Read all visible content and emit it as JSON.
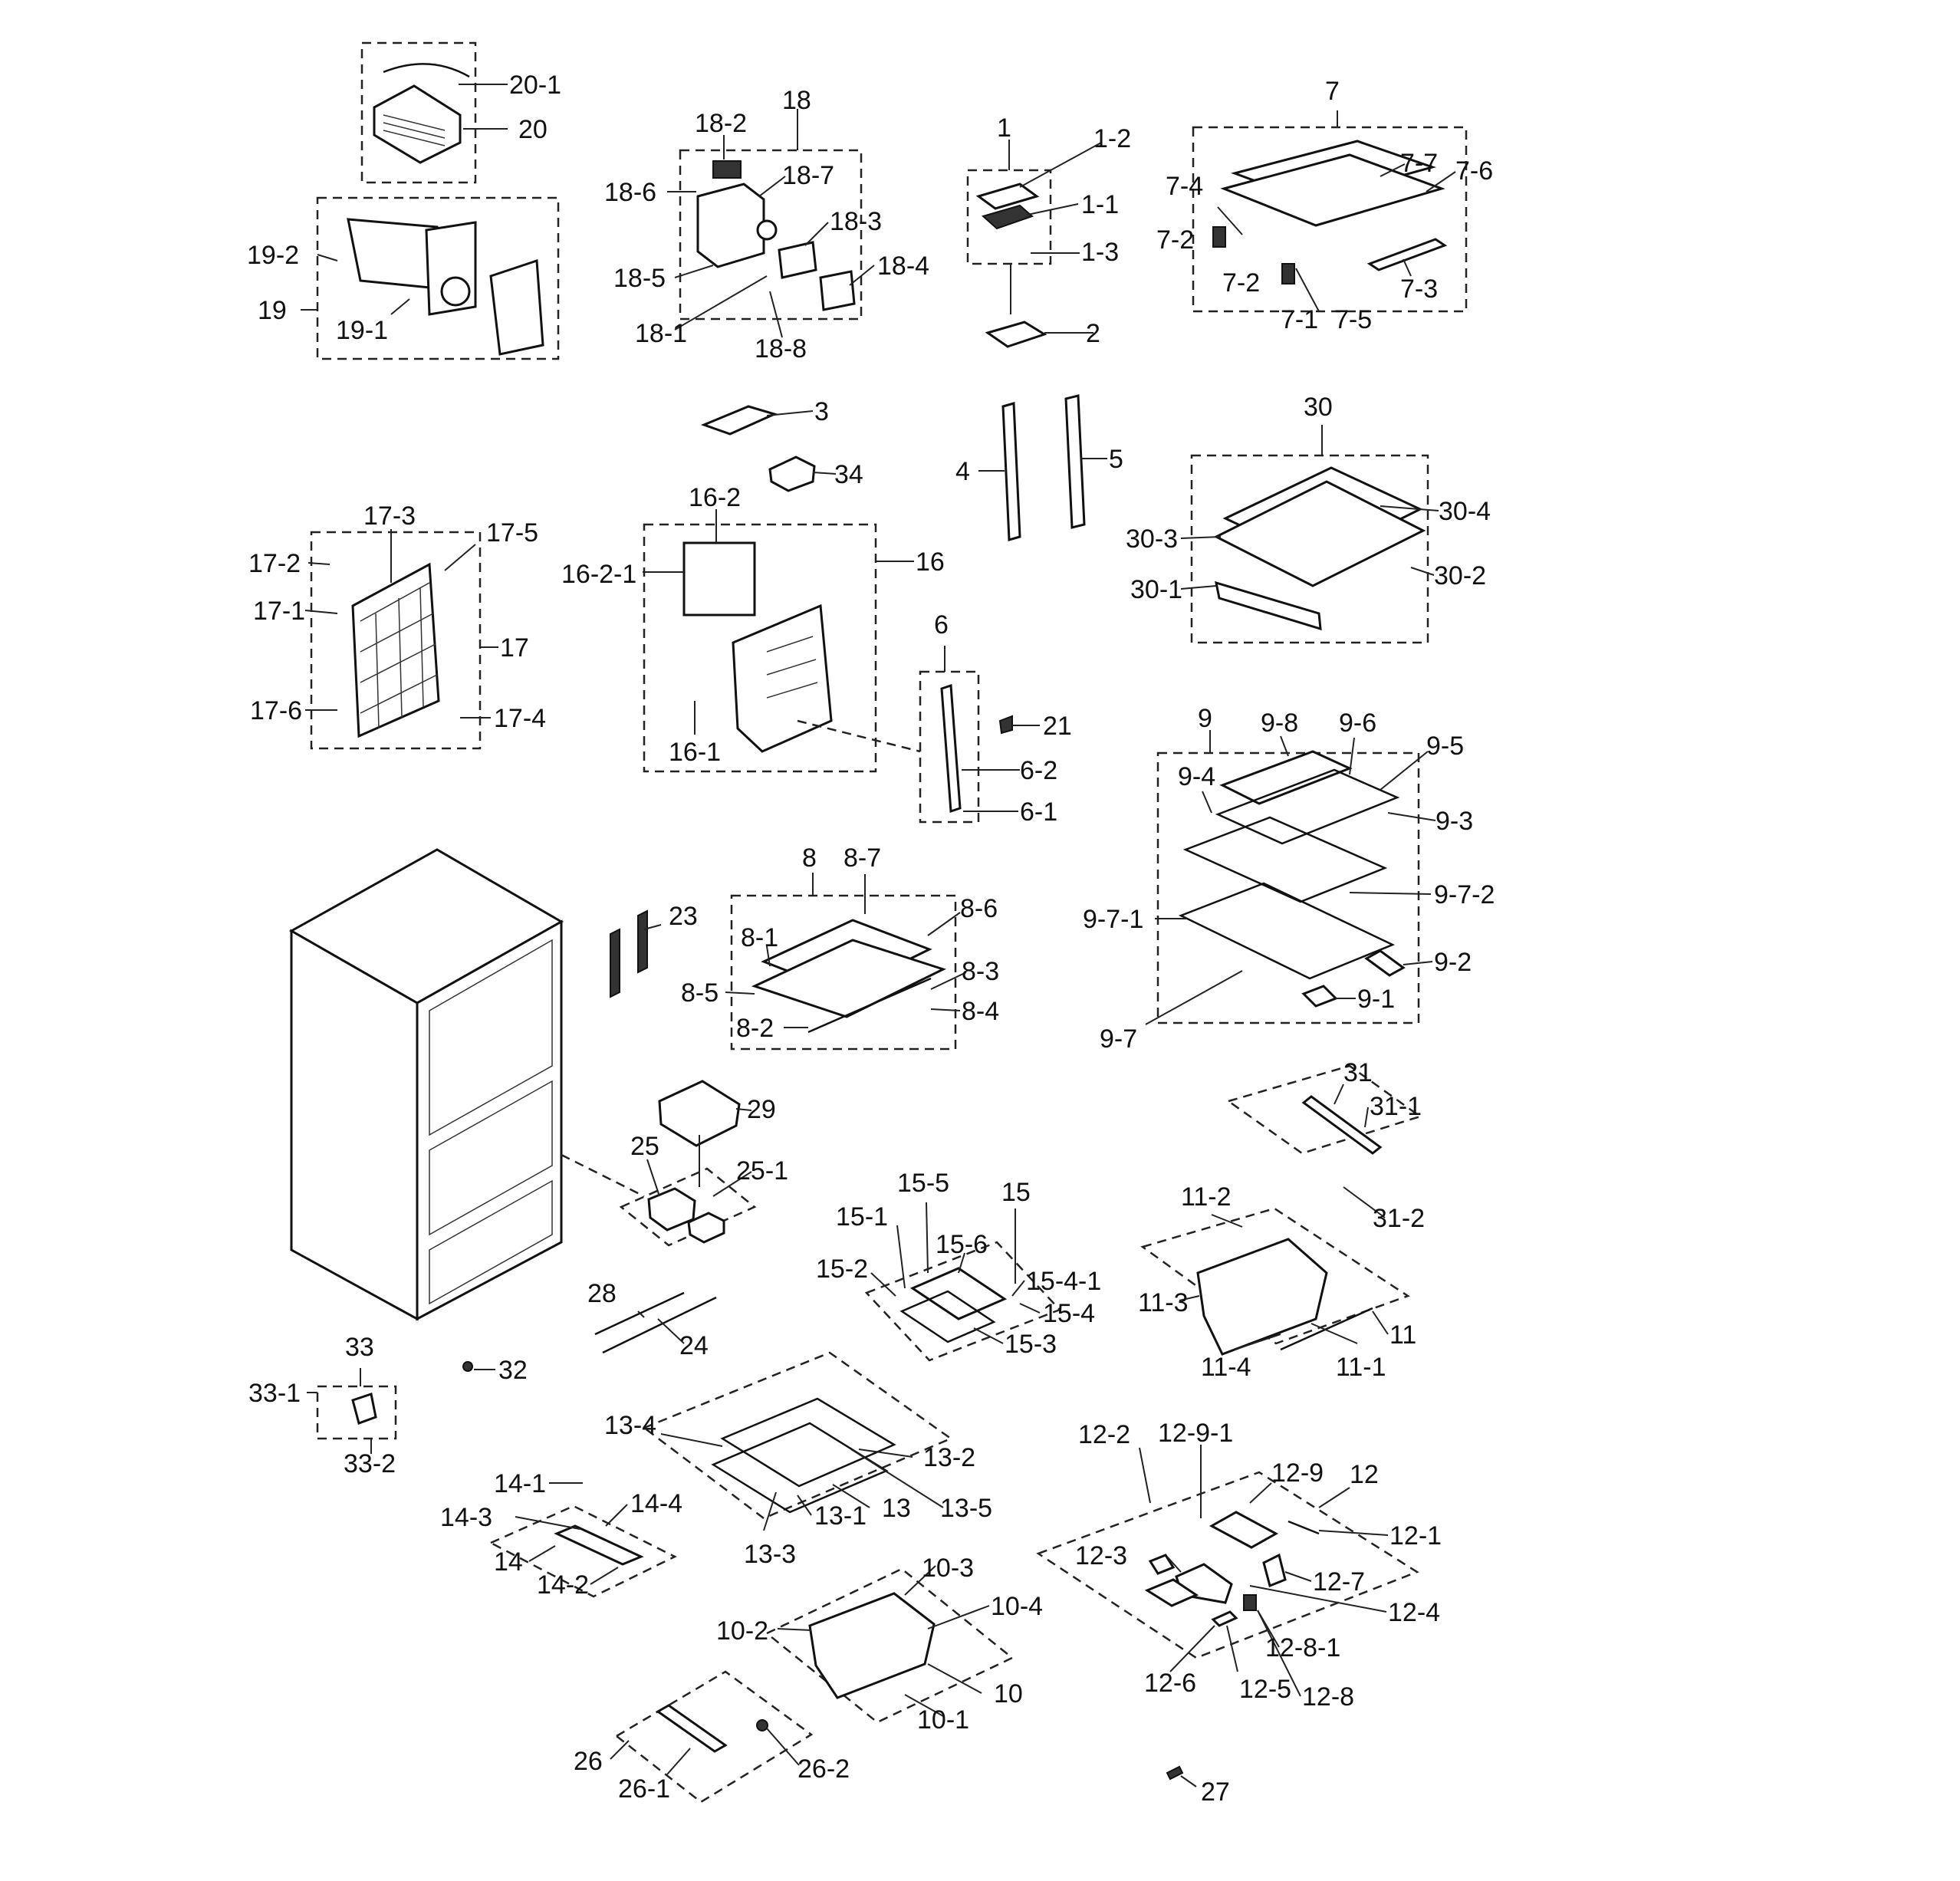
{
  "labels": [
    "20-1",
    "20",
    "19-2",
    "19",
    "19-1",
    "18",
    "18-2",
    "18-6",
    "18-7",
    "18-3",
    "18-5",
    "18-4",
    "18-1",
    "18-8",
    "1",
    "1-2",
    "1-1",
    "1-3",
    "2",
    "7",
    "7-4",
    "7-7",
    "7-6",
    "7-2",
    "7-2",
    "7-3",
    "7-1",
    "7-5",
    "3",
    "34",
    "4",
    "5",
    "30",
    "30-4",
    "30-3",
    "30-2",
    "30-1",
    "17-3",
    "17-5",
    "17-2",
    "17-1",
    "17",
    "17-6",
    "17-4",
    "16-2",
    "16",
    "16-2-1",
    "16-1",
    "6",
    "21",
    "6-2",
    "6-1",
    "9",
    "9-8",
    "9-6",
    "9-5",
    "9-4",
    "9-3",
    "9-7-2",
    "9-7-1",
    "9-2",
    "9-1",
    "9-7",
    "23",
    "8",
    "8-7",
    "8-6",
    "8-1",
    "8-3",
    "8-5",
    "8-4",
    "8-2",
    "29",
    "25",
    "25-1",
    "31",
    "31-1",
    "31-2",
    "15-5",
    "15",
    "15-1",
    "15-6",
    "15-4-1",
    "15-2",
    "15-4",
    "15-3",
    "11-2",
    "11-3",
    "11",
    "11-4",
    "11-1",
    "28",
    "24",
    "33",
    "33-1",
    "32",
    "33-2",
    "13-4",
    "13-2",
    "13",
    "13-5",
    "13-1",
    "13-3",
    "14-1",
    "14-3",
    "14-4",
    "14",
    "14-2",
    "12-2",
    "12-9-1",
    "12-9",
    "12",
    "12-1",
    "12-3",
    "12-7",
    "12-4",
    "12-8-1",
    "12-6",
    "12-5",
    "12-8",
    "10-3",
    "10-4",
    "10-2",
    "10",
    "10-1",
    "26",
    "26-2",
    "26-1",
    "27"
  ]
}
